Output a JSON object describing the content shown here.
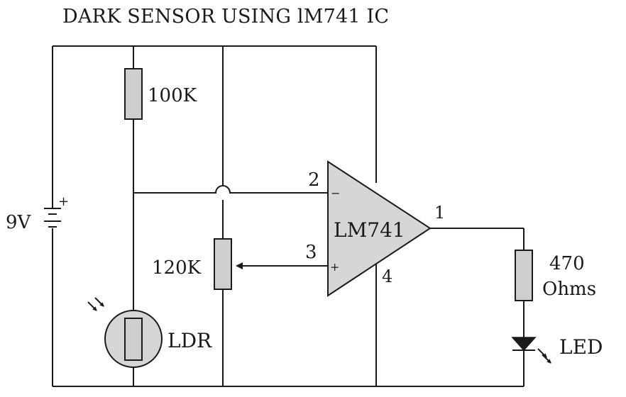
{
  "title": "DARK SENSOR USING lM741 IC",
  "labels": {
    "supply": "9V",
    "battery_plus": "+",
    "resistor_top": "100K",
    "potentiometer": "120K",
    "ldr": "LDR",
    "ic": "LM741",
    "pin2": "2",
    "pin3": "3",
    "pin1": "1",
    "pin4": "4",
    "pin_minus": "−",
    "pin_plus": "+",
    "resistor_out_value": "470",
    "resistor_out_unit": "Ohms",
    "led": "LED"
  },
  "icons": {
    "light_arrows_ldr": "incoming-light-arrows-icon",
    "light_arrows_led": "outgoing-light-arrows-icon"
  }
}
